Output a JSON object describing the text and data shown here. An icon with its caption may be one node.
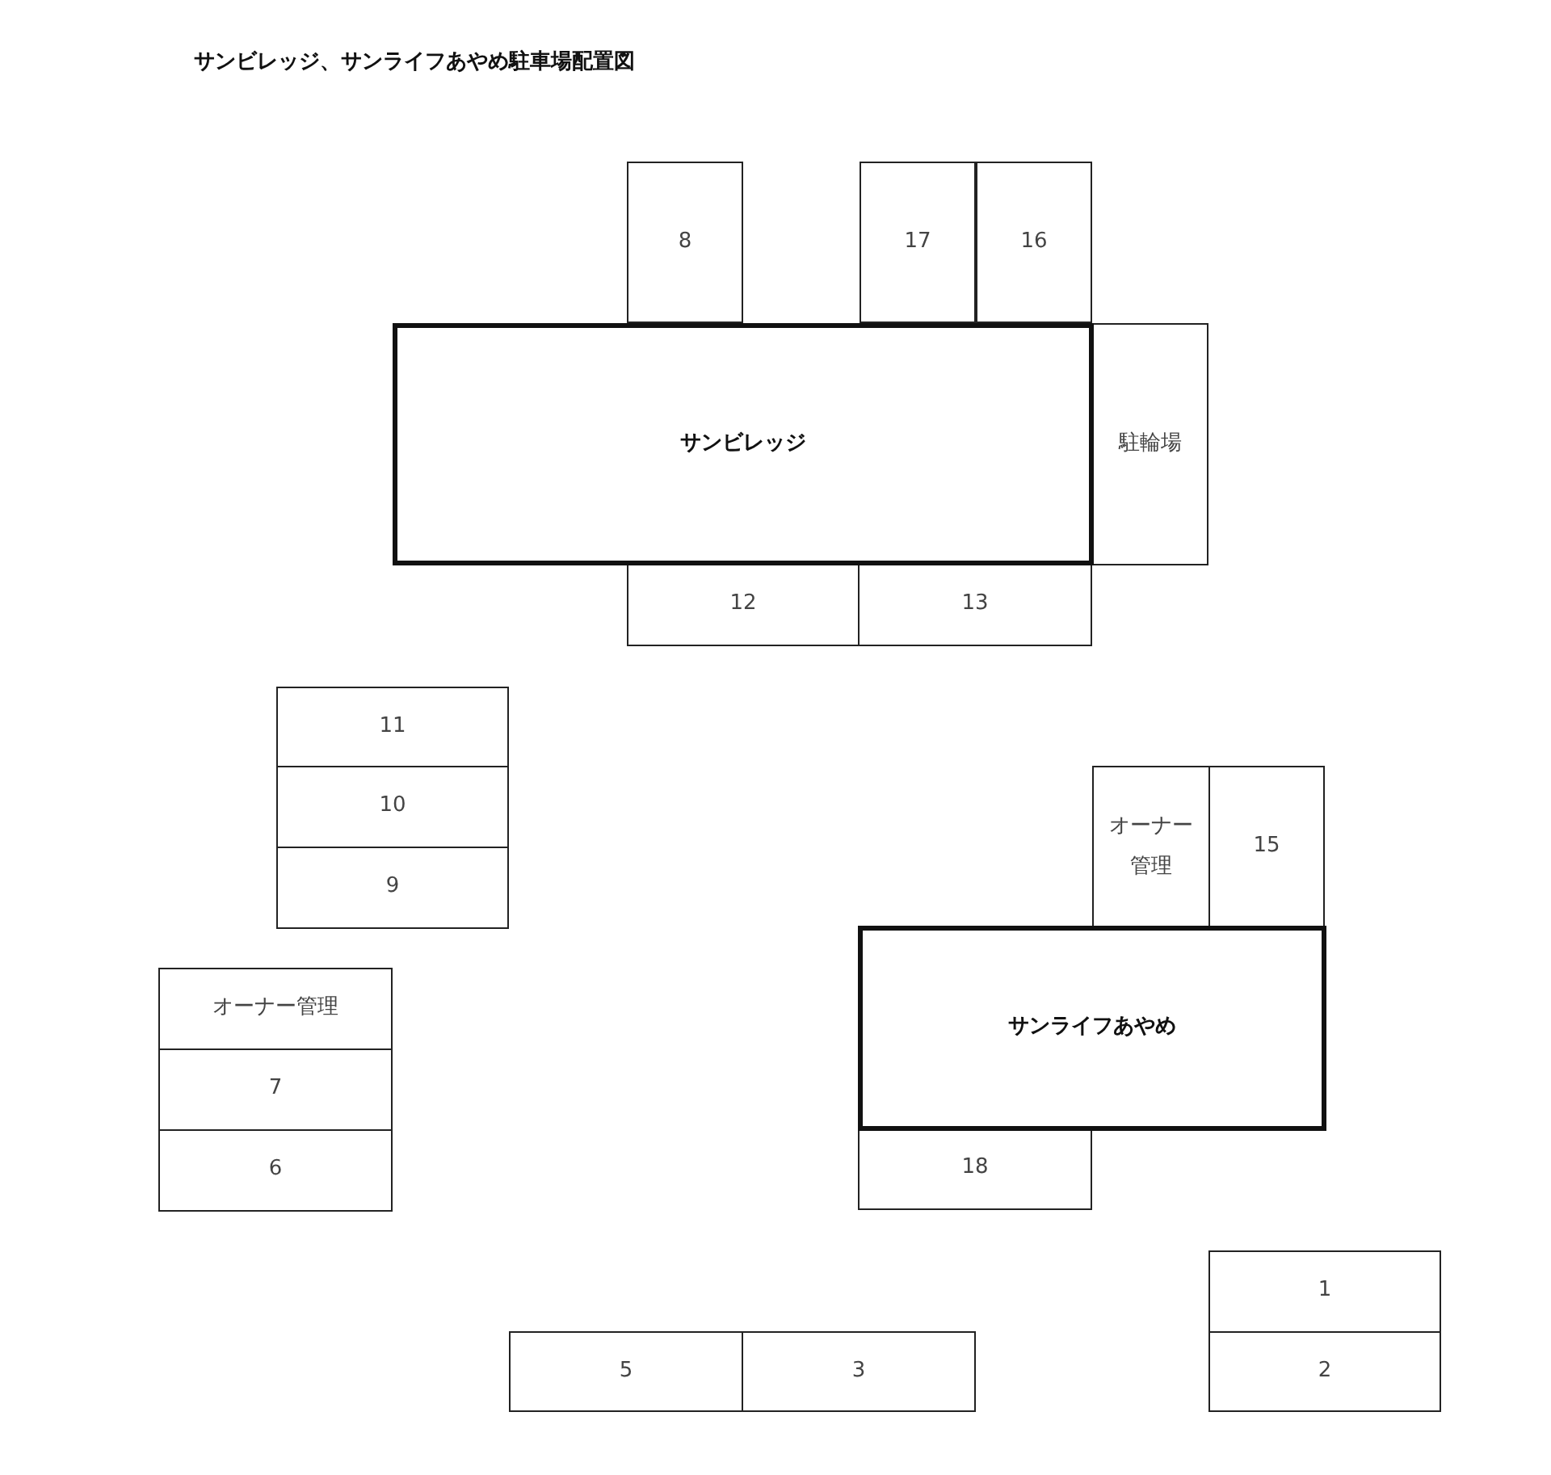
{
  "diagram": {
    "title": "サンビレッジ、サンライフあやめ駐車場配置図",
    "nodes": [
      {
        "text": [
          "8"
        ]
      },
      {
        "text": [
          "17"
        ]
      },
      {
        "text": [
          "16"
        ]
      },
      {
        "text": [
          "サンビレッジ"
        ]
      },
      {
        "text": [
          "駐輪場"
        ]
      },
      {
        "text": [
          "12"
        ]
      },
      {
        "text": [
          "13"
        ]
      },
      {
        "text": [
          "11"
        ]
      },
      {
        "text": [
          "10"
        ]
      },
      {
        "text": [
          "9"
        ]
      },
      {
        "text": [
          "オーナー管理"
        ]
      },
      {
        "text": [
          "15"
        ]
      },
      {
        "text": [
          "オーナー管理"
        ]
      },
      {
        "text": [
          "サンライフあやめ"
        ]
      },
      {
        "text": [
          "7"
        ]
      },
      {
        "text": [
          "6"
        ]
      },
      {
        "text": [
          "18"
        ]
      },
      {
        "text": [
          "1"
        ]
      },
      {
        "text": [
          "2"
        ]
      },
      {
        "text": [
          "5"
        ]
      },
      {
        "text": [
          "3"
        ]
      }
    ]
  }
}
